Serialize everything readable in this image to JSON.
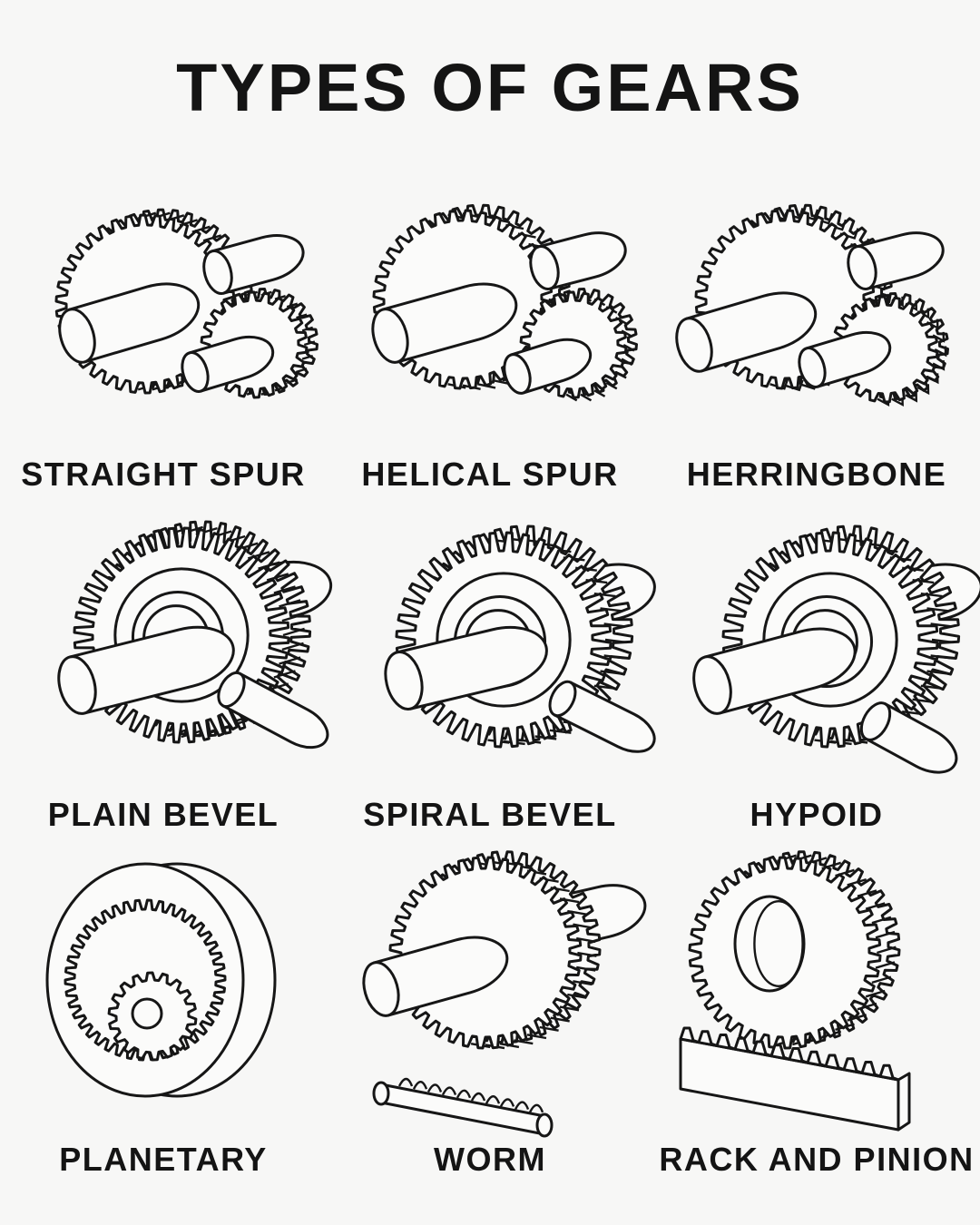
{
  "title": "TYPES OF GEARS",
  "gears": [
    {
      "label": "STRAIGHT SPUR",
      "icon": "straight-spur-gear-icon"
    },
    {
      "label": "HELICAL SPUR",
      "icon": "helical-spur-gear-icon"
    },
    {
      "label": "HERRINGBONE",
      "icon": "herringbone-gear-icon"
    },
    {
      "label": "PLAIN BEVEL",
      "icon": "plain-bevel-gear-icon"
    },
    {
      "label": "SPIRAL BEVEL",
      "icon": "spiral-bevel-gear-icon"
    },
    {
      "label": "HYPOID",
      "icon": "hypoid-gear-icon"
    },
    {
      "label": "PLANETARY",
      "icon": "planetary-gear-icon"
    },
    {
      "label": "WORM",
      "icon": "worm-gear-icon"
    },
    {
      "label": "RACK AND PINION",
      "icon": "rack-and-pinion-gear-icon"
    }
  ]
}
